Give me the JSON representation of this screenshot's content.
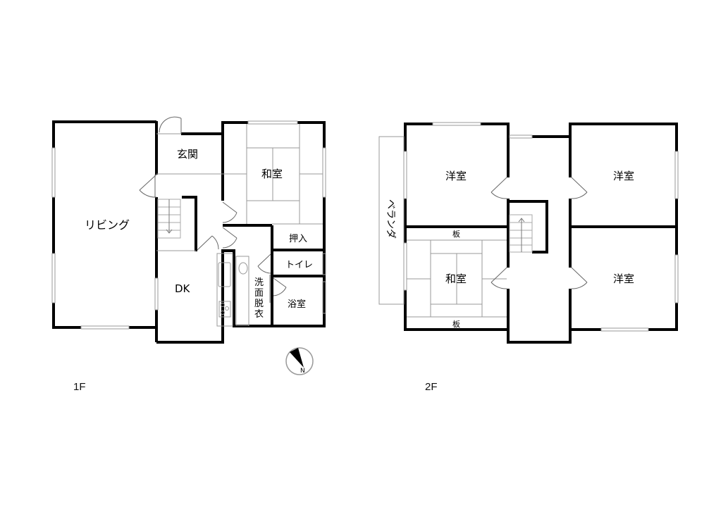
{
  "floors": [
    {
      "id": "1F",
      "label": "1F",
      "rooms": {
        "living": "リビング",
        "entrance": "玄関",
        "washitsu": "和室",
        "dk": "DK",
        "oshiire": "押入",
        "toilet": "トイレ",
        "senmen_1": "洗",
        "senmen_2": "面",
        "senmen_3": "脱",
        "senmen_4": "衣",
        "bath": "浴室"
      }
    },
    {
      "id": "2F",
      "label": "2F",
      "rooms": {
        "youshitsu_nw": "洋室",
        "youshitsu_ne": "洋室",
        "youshitsu_se": "洋室",
        "washitsu": "和室",
        "ita_top": "板",
        "ita_bottom": "板",
        "veranda": "ベランダ"
      }
    }
  ],
  "compass": {
    "north_label": "N"
  },
  "colors": {
    "wall": "#000000",
    "thin": "#888888",
    "background": "#ffffff"
  }
}
